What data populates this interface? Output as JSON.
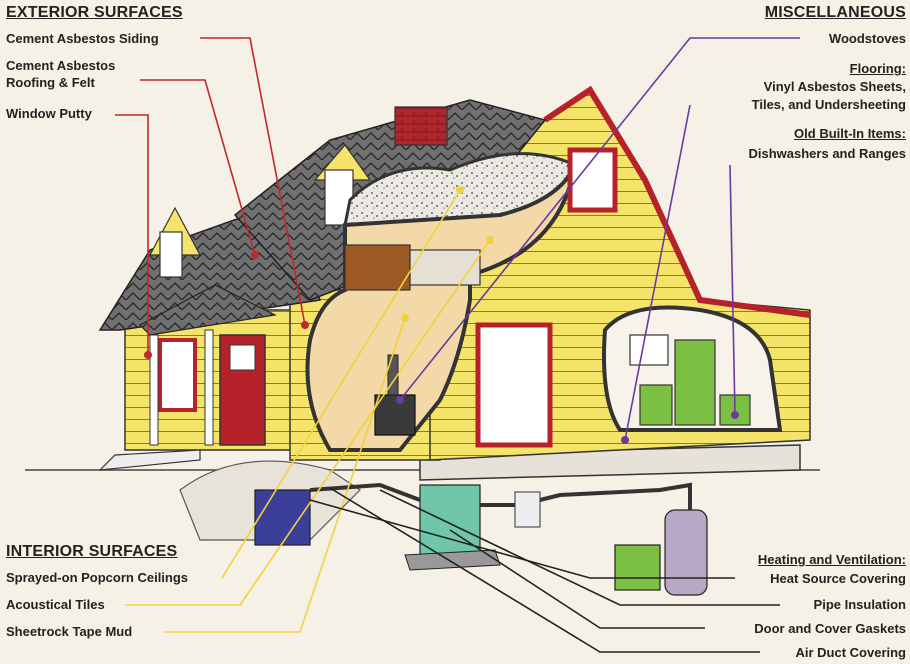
{
  "exterior": {
    "heading": "EXTERIOR SURFACES",
    "items": [
      "Cement Asbestos Siding",
      "Cement Asbestos",
      "Roofing & Felt",
      "Window Putty"
    ]
  },
  "interior": {
    "heading": "INTERIOR SURFACES",
    "items": [
      "Sprayed-on Popcorn Ceilings",
      "Acoustical Tiles",
      "Sheetrock Tape Mud"
    ]
  },
  "misc": {
    "heading": "MISCELLANEOUS",
    "woodstoves": "Woodstoves",
    "flooring_heading": "Flooring:",
    "flooring_items": [
      "Vinyl Asbestos Sheets,",
      "Tiles, and Undersheeting"
    ],
    "builtin_heading": "Old Built-In Items:",
    "builtin_items": [
      "Dishwashers and Ranges"
    ]
  },
  "heating": {
    "heading": "Heating and Ventilation:",
    "items": [
      "Heat Source Covering",
      "Pipe Insulation",
      "Door and Cover Gaskets",
      "Air Duct Covering"
    ]
  },
  "colors": {
    "exterior_leader": "#c0282d",
    "interior_leader": "#f2d23a",
    "misc_leader": "#6a3aa0",
    "heating_leader": "#222222",
    "siding": "#f4e46a",
    "trim": "#b5222a",
    "roof": "#6b6b6b",
    "cutaway": "#f4d9a8"
  }
}
